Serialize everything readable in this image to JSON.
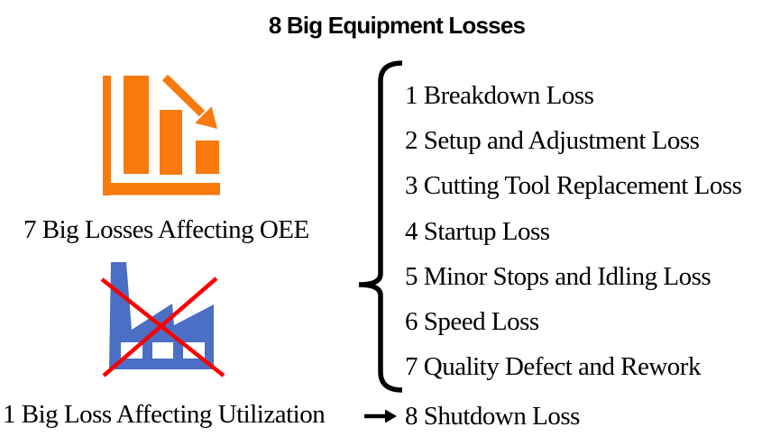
{
  "title": "8 Big Equipment Losses",
  "left_column": {
    "oee_label": "7 Big Losses Affecting OEE",
    "utilization_label": "1 Big Loss Affecting Utilization"
  },
  "losses": [
    "1 Breakdown Loss",
    "2 Setup and Adjustment Loss",
    "3 Cutting Tool Replacement Loss",
    "4 Startup Loss",
    "5 Minor Stops and Idling Loss",
    "6 Speed Loss",
    "7 Quality Defect and Rework"
  ],
  "shutdown_label": "8 Shutdown Loss",
  "icons": {
    "oee_icon": "declining-bar-chart-with-down-arrow-icon",
    "utilization_icon": "factory-crossed-out-icon",
    "brace": "left-curly-brace",
    "shutdown_arrow": "right-arrow-icon"
  },
  "colors": {
    "chart_orange": "#F8790D",
    "factory_blue": "#4A6FC5",
    "cross_red": "#FF0000",
    "window_white": "#FFFFFF",
    "line_black": "#000000",
    "background": "#FFFFFF"
  }
}
